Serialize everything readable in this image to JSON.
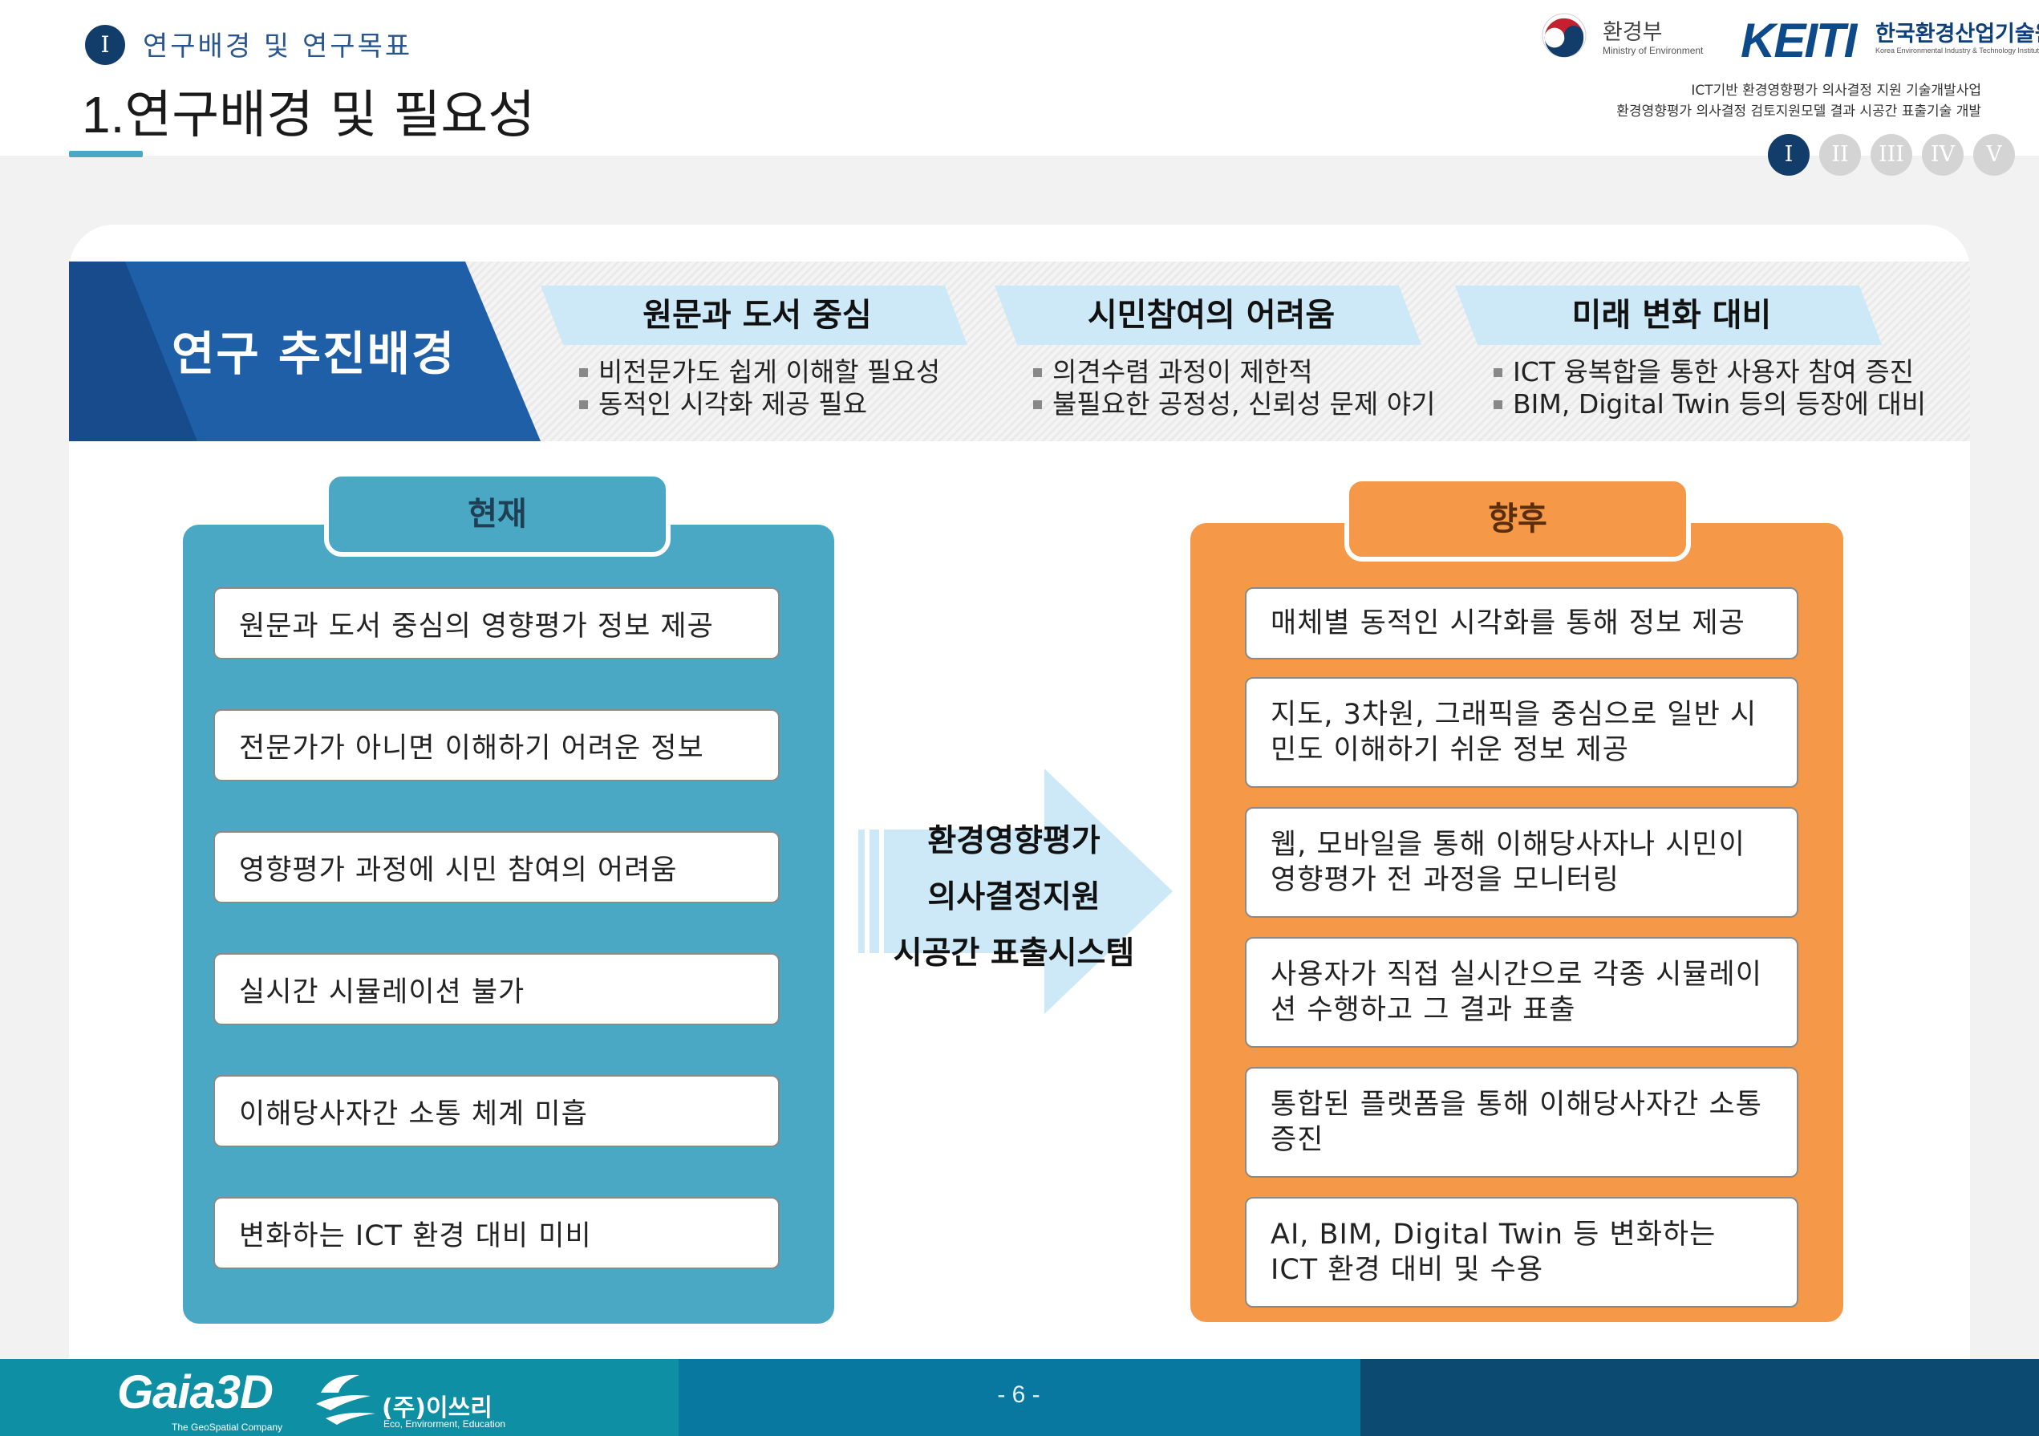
{
  "header": {
    "section_badge": "I",
    "section_title": "연구배경 및 연구목표",
    "title_number": "1.",
    "title_text": "연구배경 및 필요성",
    "moe_name": "환경부",
    "moe_sub": "Ministry of Environment",
    "keiti_mark": "KEITI",
    "keiti_name": "한국환경산업기술원",
    "keiti_sub": "Korea Environmental Industry & Technology Institute",
    "project_line_1": "ICT기반 환경영향평가 의사결정 지원 기술개발사업",
    "project_line_2": "환경영향평가 의사결정 검토지원모델 결과 시공간 표출기술 개발",
    "nav": [
      "I",
      "II",
      "III",
      "IV",
      "V"
    ],
    "nav_active_index": 0
  },
  "background": {
    "label": "연구 추진배경",
    "columns": [
      {
        "title": "원문과 도서 중심",
        "bullets": [
          "비전문가도 쉽게 이해할 필요성",
          "동적인 시각화 제공 필요"
        ]
      },
      {
        "title": "시민참여의 어려움",
        "bullets": [
          "의견수렴 과정이 제한적",
          "불필요한 공정성, 신뢰성 문제 야기"
        ]
      },
      {
        "title": "미래 변화 대비",
        "bullets": [
          "ICT 융복합을 통한 사용자 참여 증진",
          "BIM, Digital Twin 등의 등장에 대비"
        ]
      }
    ]
  },
  "current": {
    "tab": "현재",
    "items": [
      "원문과 도서 중심의 영향평가 정보 제공",
      "전문가가 아니면 이해하기 어려운 정보",
      "영향평가 과정에 시민 참여의 어려움",
      "실시간 시뮬레이션 불가",
      "이해당사자간 소통 체계 미흡",
      "변화하는 ICT 환경 대비 미비"
    ]
  },
  "center": {
    "line1": "환경영향평가",
    "line2": "의사결정지원",
    "line3": "시공간 표출시스템"
  },
  "future": {
    "tab": "향후",
    "items": [
      "매체별 동적인 시각화를 통해 정보 제공",
      "지도, 3차원, 그래픽을 중심으로 일반 시민도 이해하기 쉬운 정보 제공",
      "웹, 모바일을 통해 이해당사자나 시민이 영향평가 전 과정을 모니터링",
      "사용자가 직접 실시간으로 각종 시뮬레이션 수행하고 그 결과 표출",
      "통합된 플랫폼을 통해 이해당사자간 소통 증진",
      "AI, BIM, Digital Twin 등 변화하는 ICT 환경 대비 및 수용"
    ]
  },
  "footer": {
    "page": "- 6 -",
    "gaia_name": "Gaia3D",
    "gaia_sub": "The GeoSpatial Company",
    "esr_name": "(주)이쓰리",
    "esr_sub": "Eco, Envirorment, Education"
  },
  "colors": {
    "navy": "#123d6a",
    "teal": "#4aa8c4",
    "orange": "#f59848",
    "light_blue": "#cde9f7",
    "banner_blue": "#1f5fa8"
  }
}
